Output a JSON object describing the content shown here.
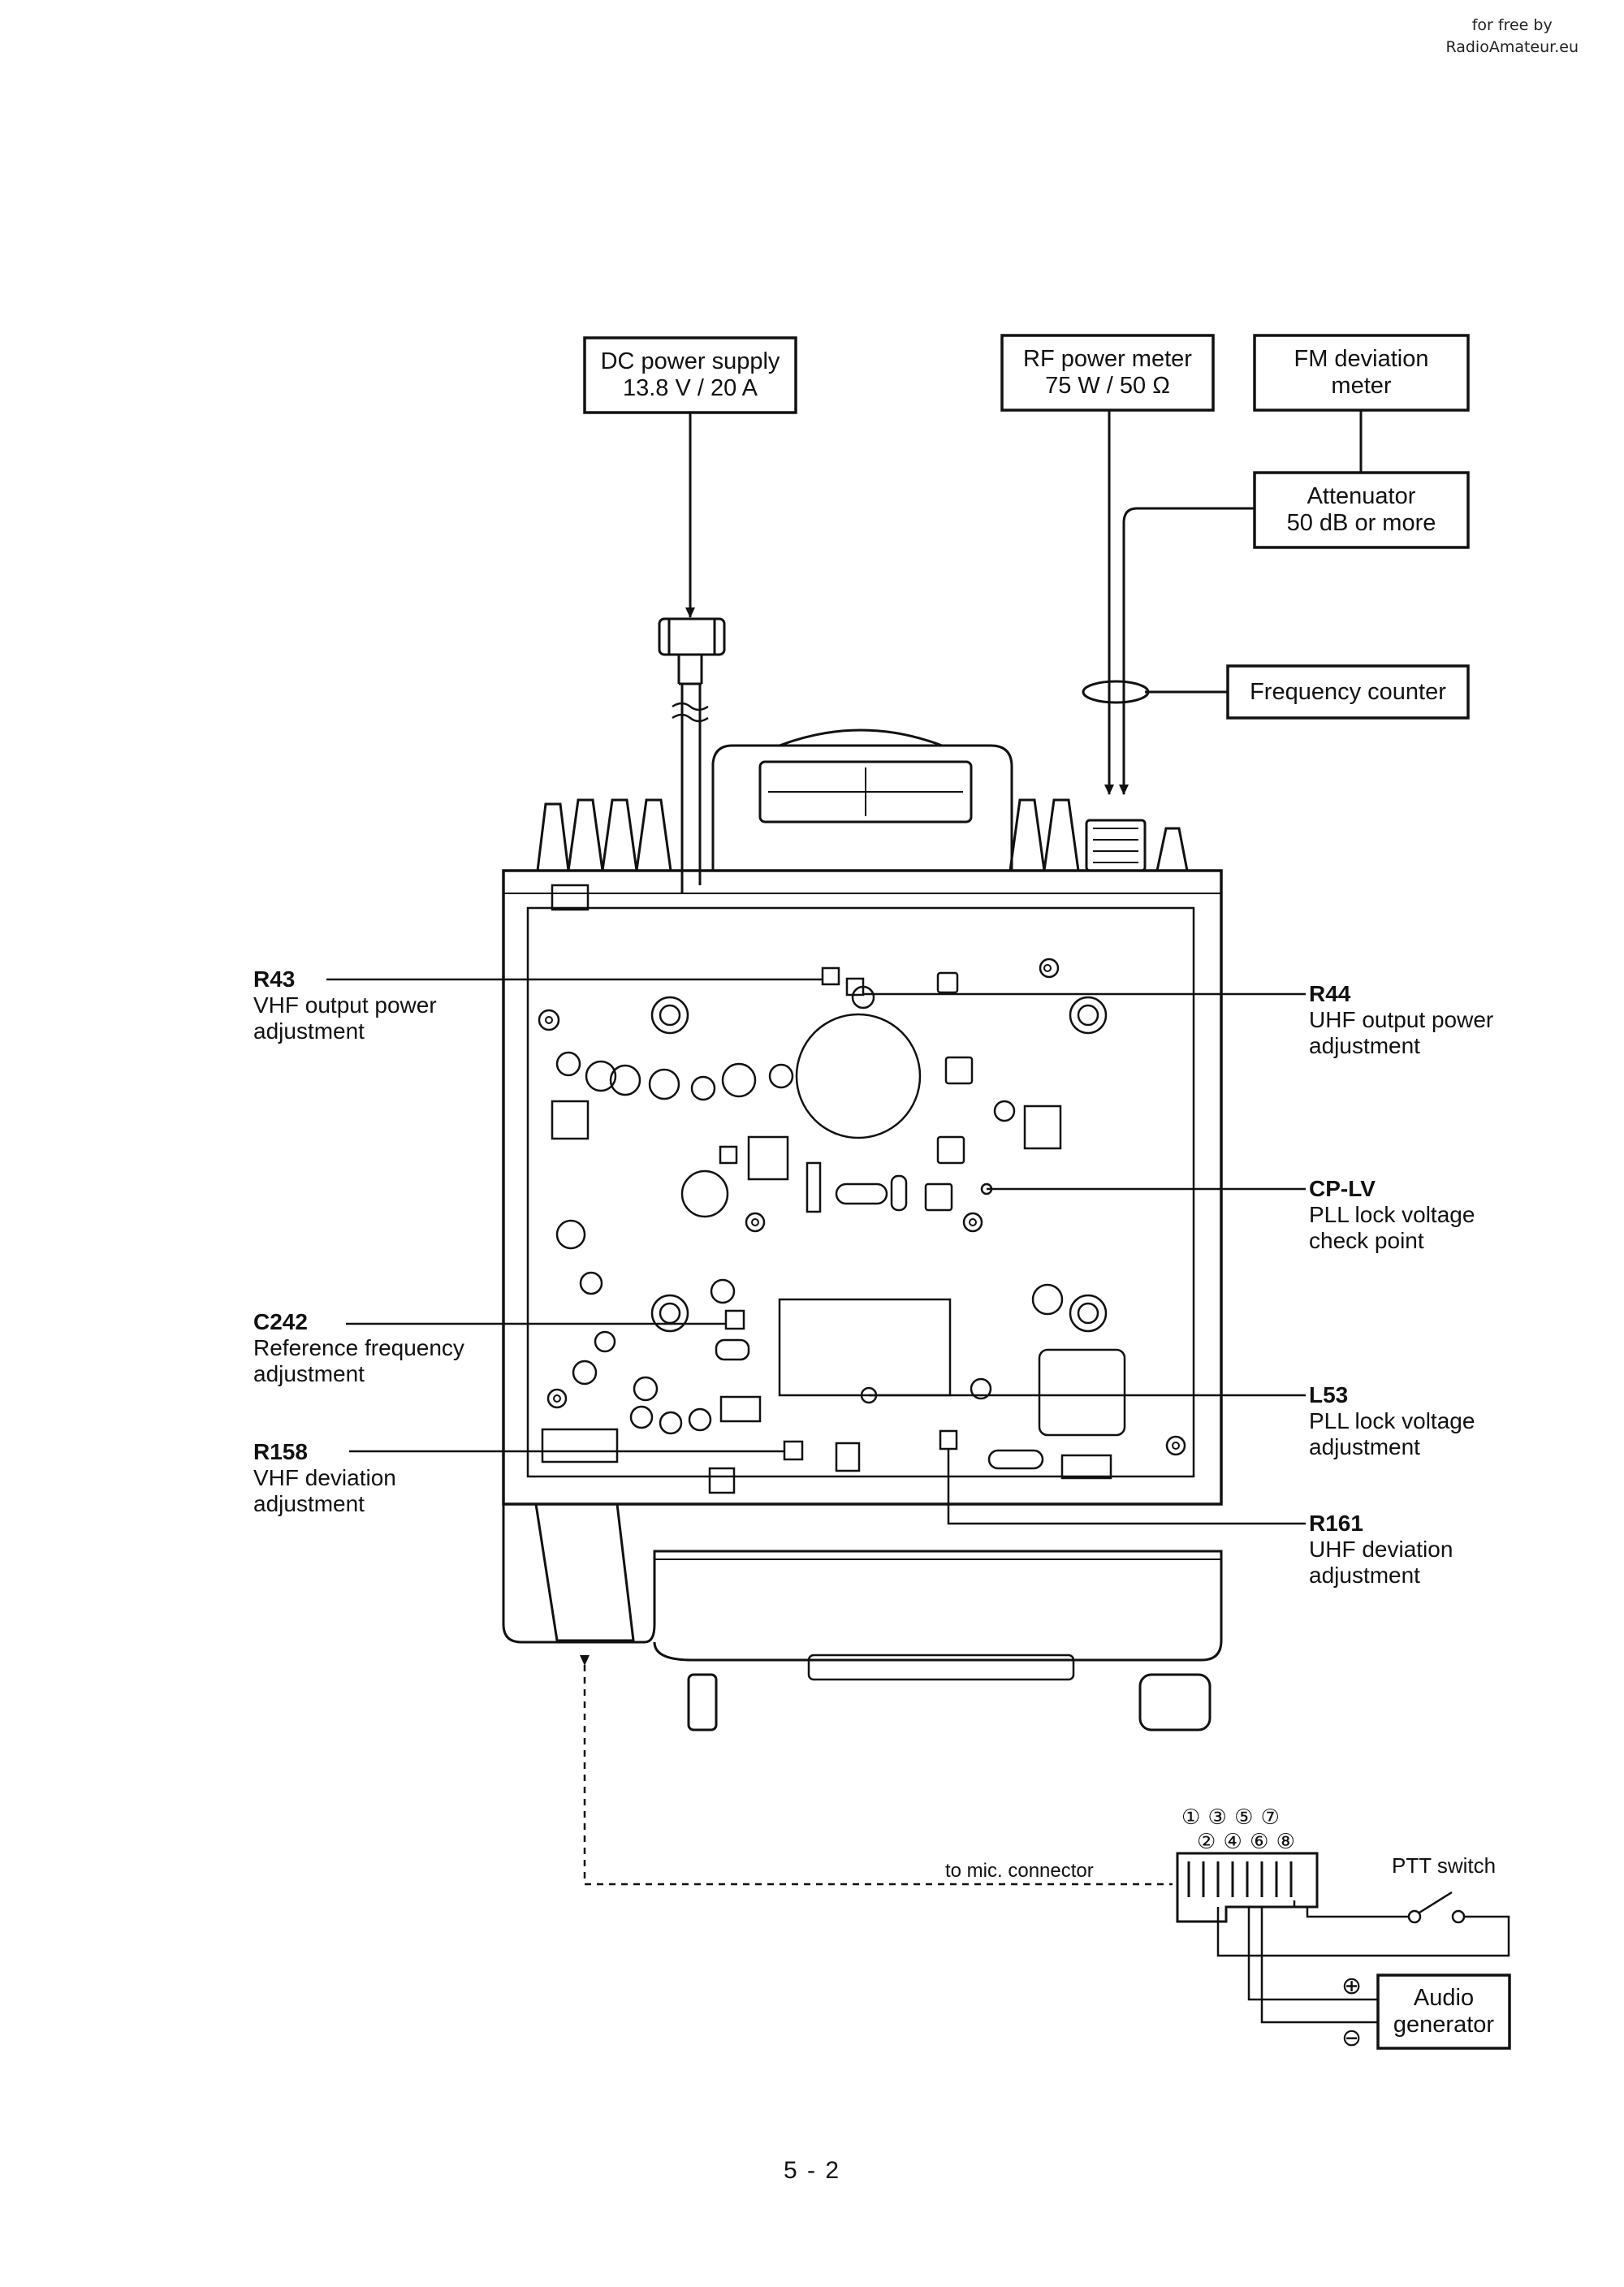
{
  "watermark": {
    "line1": "for free by",
    "line2": "RadioAmateur.eu"
  },
  "equipment": {
    "dc_power_supply": {
      "line1": "DC power supply",
      "line2": "13.8 V / 20 A"
    },
    "rf_power_meter": {
      "line1": "RF power meter",
      "line2": "75 W / 50 Ω"
    },
    "fm_deviation_meter": {
      "line1": "FM deviation",
      "line2": "meter"
    },
    "attenuator": {
      "line1": "Attenuator",
      "line2": "50 dB or more"
    },
    "frequency_counter": {
      "line1": "Frequency counter"
    },
    "audio_generator": {
      "line1": "Audio",
      "line2": "generator"
    }
  },
  "callouts": {
    "r43": {
      "ref": "R43",
      "line1": "VHF output power",
      "line2": "adjustment"
    },
    "r44": {
      "ref": "R44",
      "line1": "UHF output power",
      "line2": "adjustment"
    },
    "cp_lv": {
      "ref": "CP-LV",
      "line1": "PLL lock voltage",
      "line2": "check point"
    },
    "c242": {
      "ref": "C242",
      "line1": "Reference frequency",
      "line2": "adjustment"
    },
    "l53": {
      "ref": "L53",
      "line1": "PLL lock voltage",
      "line2": "adjustment"
    },
    "r158": {
      "ref": "R158",
      "line1": "VHF deviation",
      "line2": "adjustment"
    },
    "r161": {
      "ref": "R161",
      "line1": "UHF deviation",
      "line2": "adjustment"
    }
  },
  "mic": {
    "connector_label": "to mic. connector",
    "ptt_label": "PTT switch",
    "pins_top": "① ③ ⑤ ⑦",
    "pins_bottom": "② ④ ⑥ ⑧",
    "plus_sign": "⊕",
    "minus_sign": "⊖"
  },
  "page_number": "5 - 2"
}
